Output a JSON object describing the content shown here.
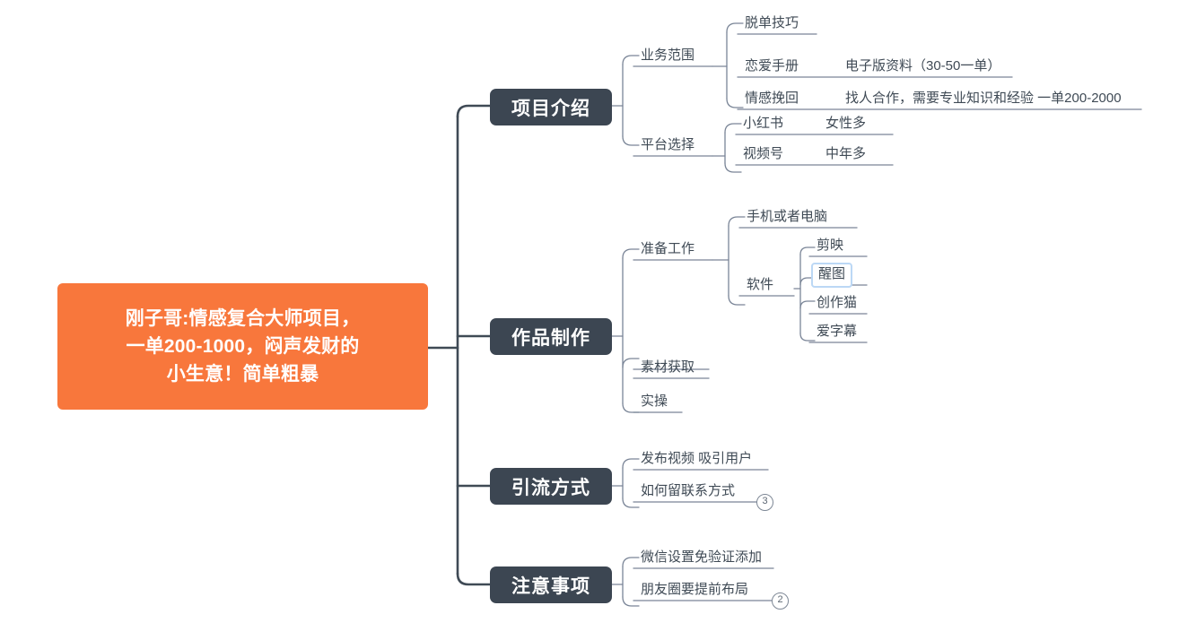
{
  "colors": {
    "root_fill": "#f8773c",
    "root_text": "#ffffff",
    "branch_fill": "#3c4652",
    "branch_text": "#ffffff",
    "wire_primary": "#3f4a55",
    "wire_secondary": "#7a8597",
    "node_text": "#3f4a55",
    "selection_outline": "#bcd8f5",
    "canvas_bg": "#ffffff"
  },
  "root": {
    "label": "刚子哥:情感复合大师项目，\n一单200-1000，闷声发财的\n小生意！简单粗暴"
  },
  "branches": [
    {
      "label": "项目介绍",
      "children": [
        {
          "label": "业务范围",
          "children": [
            {
              "label": "脱单技巧",
              "children": []
            },
            {
              "label": "恋爱手册",
              "children": [
                {
                  "label": "电子版资料（30-50一单）"
                }
              ]
            },
            {
              "label": "情感挽回",
              "children": [
                {
                  "label": "找人合作，需要专业知识和经验  一单200-2000"
                }
              ]
            }
          ]
        },
        {
          "label": "平台选择",
          "children": [
            {
              "label": "小红书",
              "children": [
                {
                  "label": "女性多"
                }
              ]
            },
            {
              "label": "视频号",
              "children": [
                {
                  "label": "中年多"
                }
              ]
            }
          ]
        }
      ]
    },
    {
      "label": "作品制作",
      "children": [
        {
          "label": "准备工作",
          "children": [
            {
              "label": "手机或者电脑",
              "children": []
            },
            {
              "label": "软件",
              "children": [
                {
                  "label": "剪映",
                  "selected": false
                },
                {
                  "label": "醒图",
                  "selected": true
                },
                {
                  "label": "创作猫",
                  "selected": false
                },
                {
                  "label": "爱字幕",
                  "selected": false
                }
              ]
            }
          ]
        },
        {
          "label": "素材获取",
          "children": []
        },
        {
          "label": "实操",
          "children": []
        }
      ]
    },
    {
      "label": "引流方式",
      "badge": "3",
      "children": [
        {
          "label": "发布视频 吸引用户",
          "children": []
        },
        {
          "label": "如何留联系方式",
          "children": []
        }
      ]
    },
    {
      "label": "注意事项",
      "badge": "2",
      "children": [
        {
          "label": "微信设置免验证添加",
          "children": []
        },
        {
          "label": "朋友圈要提前布局",
          "children": []
        }
      ]
    }
  ]
}
